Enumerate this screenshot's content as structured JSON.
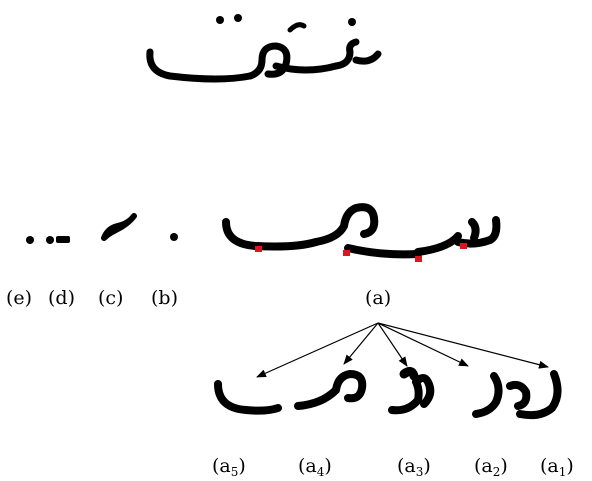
{
  "word": "نزوق",
  "labels": {
    "e": "(e)",
    "d": "(d)",
    "c": "(c)",
    "b": "(b)",
    "a": "(a)",
    "a1": {
      "base": "(a",
      "sub": "1",
      "close": ")"
    },
    "a2": {
      "base": "(a",
      "sub": "2",
      "close": ")"
    },
    "a3": {
      "base": "(a",
      "sub": "3",
      "close": ")"
    },
    "a4": {
      "base": "(a",
      "sub": "4",
      "close": ")"
    },
    "a5": {
      "base": "(a",
      "sub": "5",
      "close": ")"
    }
  },
  "colors": {
    "ink": "#000000",
    "segmentation_point": "#e0141e"
  }
}
